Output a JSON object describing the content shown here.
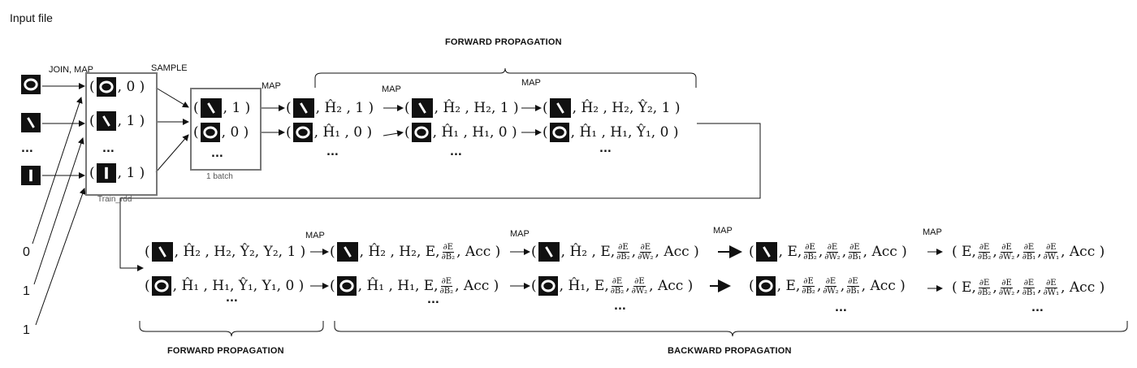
{
  "header": {
    "title": "Input file"
  },
  "labels": {
    "join_map": "JOIN, MAP",
    "sample": "SAMPLE",
    "map": "MAP",
    "forward_top": "FORWARD PROPAGATION",
    "forward_bottom": "FORWARD PROPAGATION",
    "backward_bottom": "BACKWARD PROPAGATION",
    "train_rdd": "Train_rdd",
    "one_batch": "1 batch",
    "ellipsis": "..."
  },
  "inputs": {
    "labels": [
      "0",
      "1",
      "1"
    ]
  },
  "tuples": {
    "rdd_rows": [
      ", 0 )",
      ", 1 )",
      ", 1 )"
    ],
    "batch_rows": [
      ", 1 )",
      ", 0 )"
    ],
    "stage1": [
      "Ĥ₂ , 1 )",
      "Ĥ₁ , 0 )"
    ],
    "stage2": [
      "Ĥ₂ , H₂, 1 )",
      "Ĥ₁ , H₁, 0 )"
    ],
    "stage3": [
      "Ĥ₂ , H₂, Ŷ₂, 1 )",
      "Ĥ₁ , H₁, Ŷ₁, 0 )"
    ],
    "stage4": [
      "Ĥ₂ , H₂, Ŷ₂, Y₂, 1 )",
      "Ĥ₁ , H₁, Ŷ₁, Y₁, 0 )"
    ]
  },
  "backward": {
    "acc": "Acc )",
    "e": "E,",
    "de": "∂E",
    "db2": "∂B₂",
    "dw2": "∂W₂",
    "db1": "∂B₁",
    "dw1": "∂W₁"
  }
}
